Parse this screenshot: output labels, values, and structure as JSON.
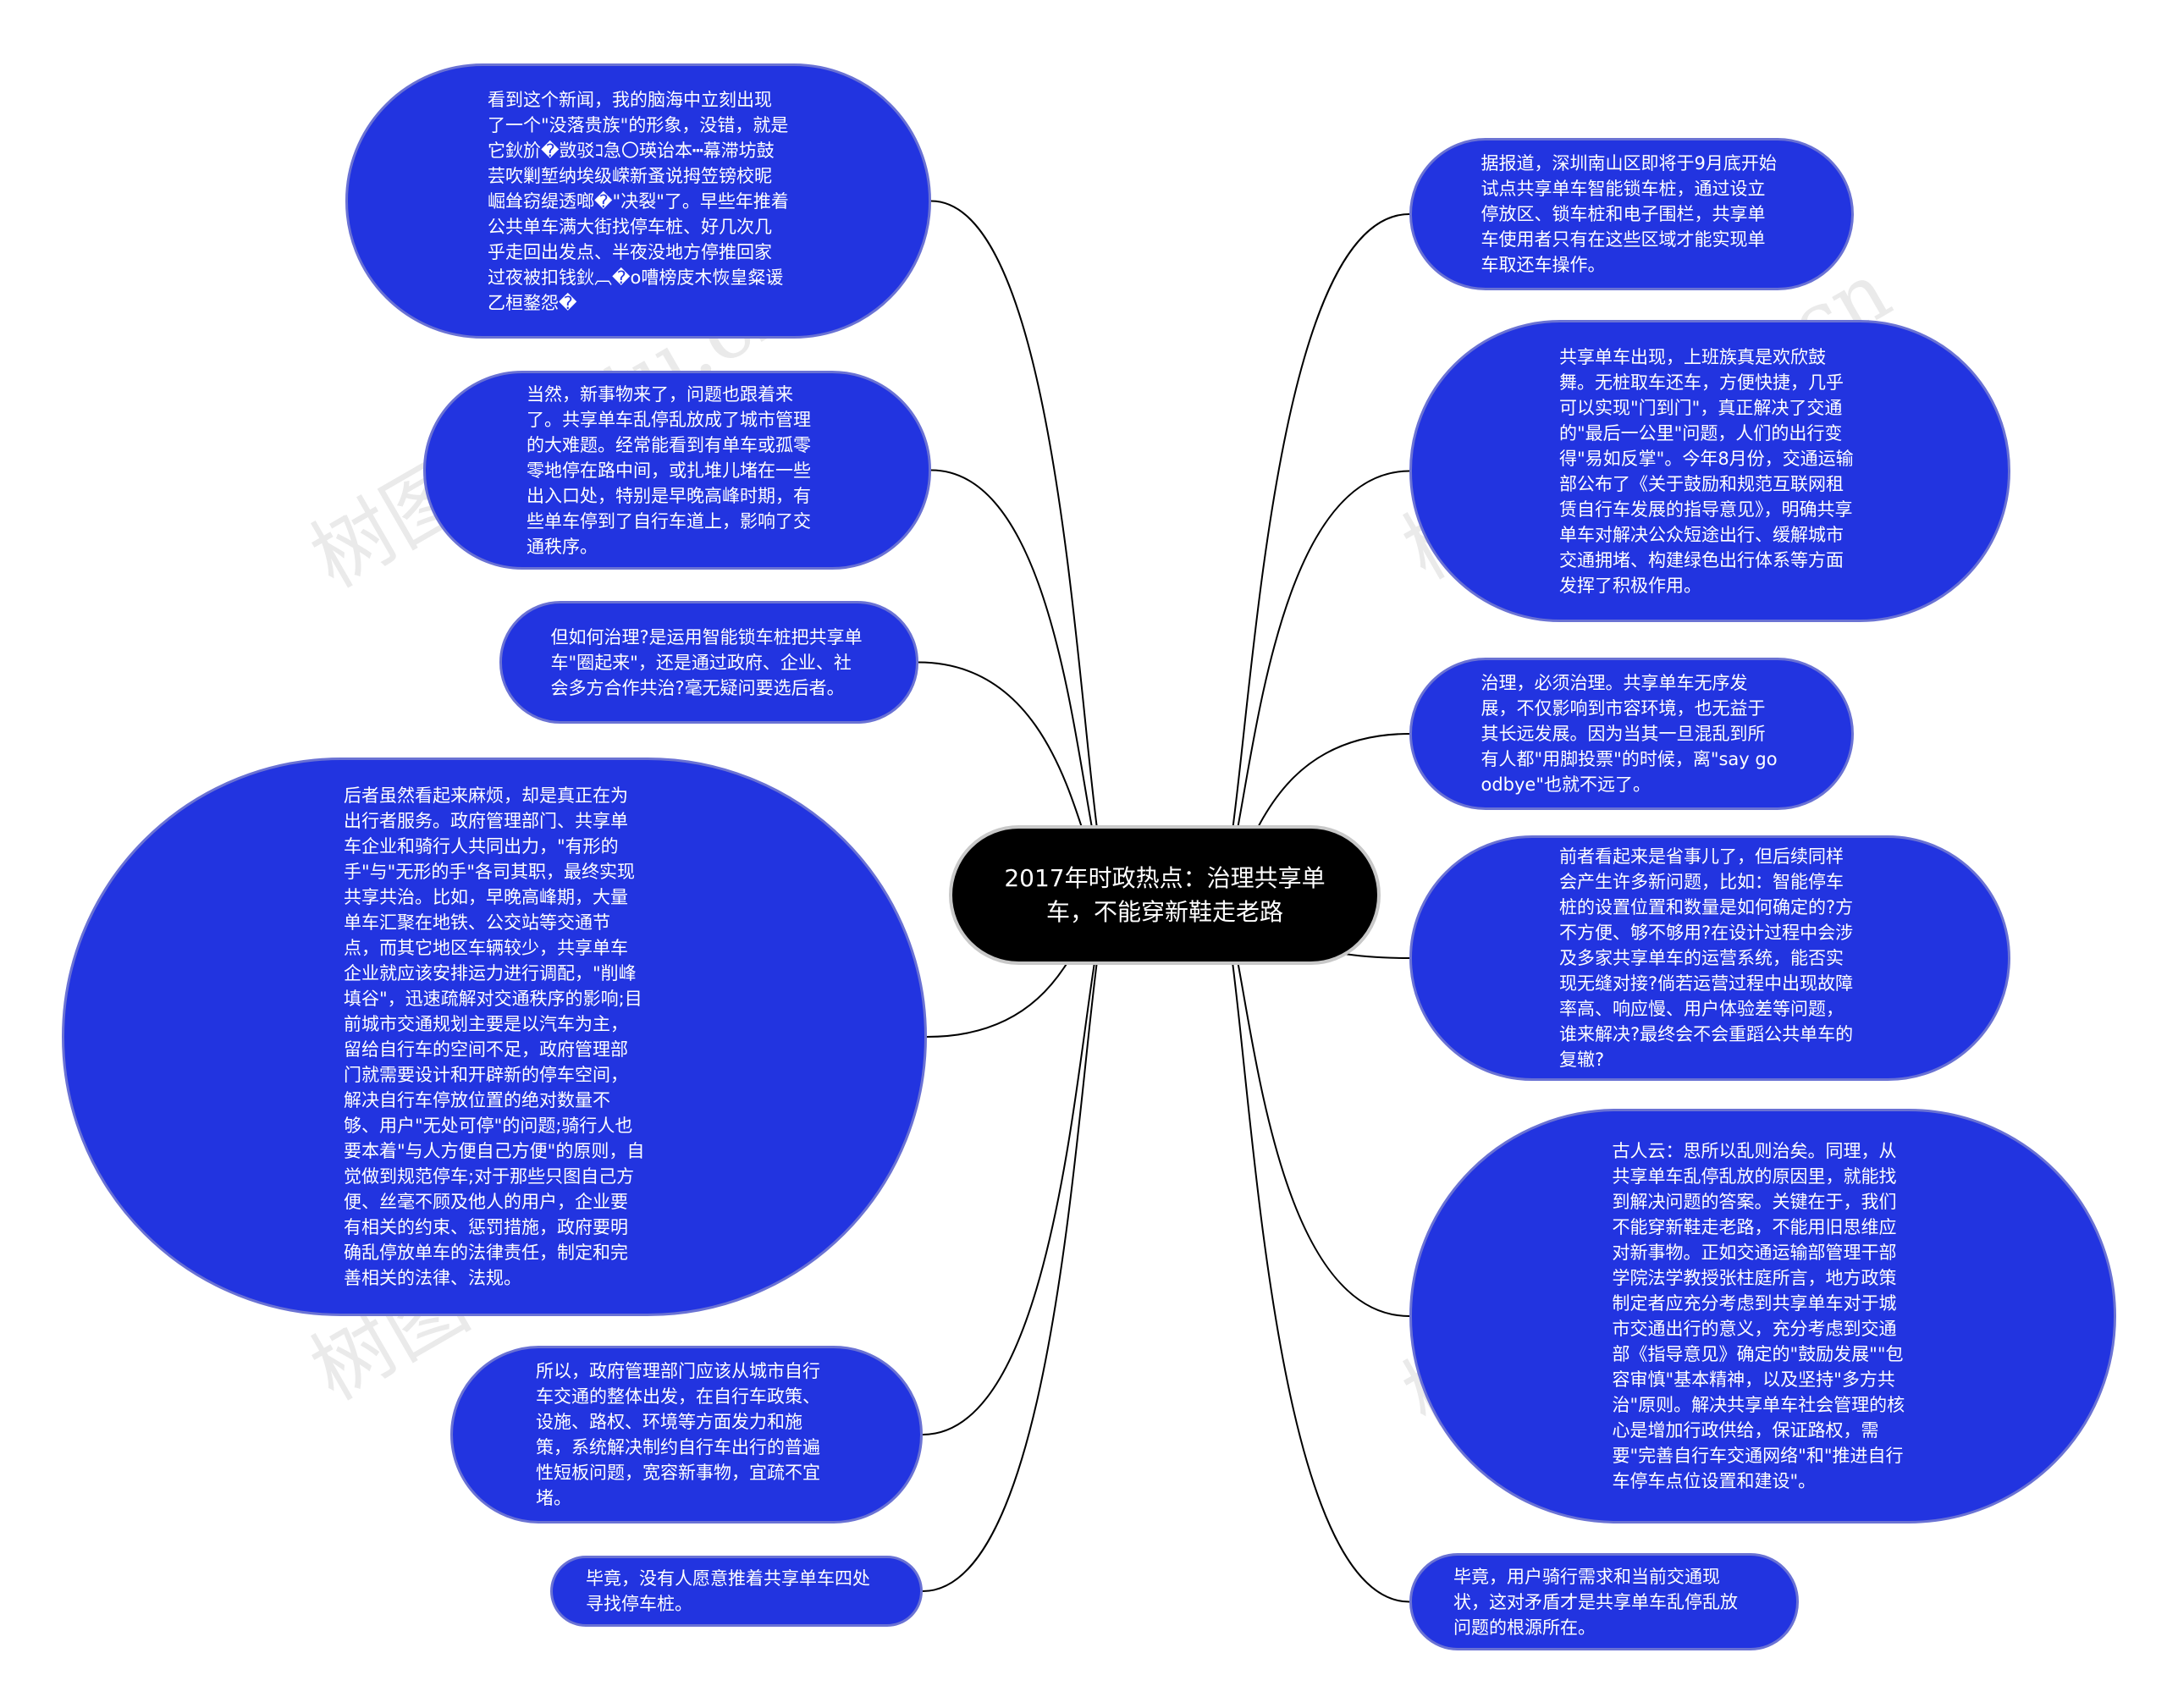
{
  "center": {
    "text": "2017年时政热点：治理共享单车，不能穿新鞋走老路"
  },
  "left_nodes": [
    {
      "id": "l1",
      "text": "看到这个新闻，我的脑海中立刻出现了一个\"没落贵族\"的形象，没错，就是它鈥斺�敳驳ｺ急〇瑛诒本┅幕滞坊鼓芸吹剿堑纳埃级嵘新蚤说拇笠镑校昵崛耸窃缇透啷�\"决裂\"了。早些年推着公共单车满大街找停车桩、好几次几乎走回出发点、半夜没地方停推回家过夜被扣钱鈥︹�o嘈榜庋木恢皇粲谖乙桓鍪怨�"
    },
    {
      "id": "l2",
      "text": "当然，新事物来了，问题也跟着来了。共享单车乱停乱放成了城市管理的大难题。经常能看到有单车或孤零零地停在路中间，或扎堆儿堵在一些出入口处，特别是早晚高峰时期，有些单车停到了自行车道上，影响了交通秩序。"
    },
    {
      "id": "l3",
      "text": "但如何治理?是运用智能锁车桩把共享单车\"圈起来\"，还是通过政府、企业、社会多方合作共治?毫无疑问要选后者。"
    },
    {
      "id": "l4",
      "text": "后者虽然看起来麻烦，却是真正在为出行者服务。政府管理部门、共享单车企业和骑行人共同出力，\"有形的手\"与\"无形的手\"各司其职，最终实现共享共治。比如，早晚高峰期，大量单车汇聚在地铁、公交站等交通节点，而其它地区车辆较少，共享单车企业就应该安排运力进行调配，\"削峰填谷\"，迅速疏解对交通秩序的影响;目前城市交通规划主要是以汽车为主，留给自行车的空间不足，政府管理部门就需要设计和开辟新的停车空间，解决自行车停放位置的绝对数量不够、用户\"无处可停\"的问题;骑行人也要本着\"与人方便自己方便\"的原则，自觉做到规范停车;对于那些只图自己方便、丝毫不顾及他人的用户，企业要有相关的约束、惩罚措施，政府要明确乱停放单车的法律责任，制定和完善相关的法律、法规。"
    },
    {
      "id": "l5",
      "text": "所以，政府管理部门应该从城市自行车交通的整体出发，在自行车政策、设施、路权、环境等方面发力和施策，系统解决制约自行车出行的普遍性短板问题，宽容新事物，宜疏不宜堵。"
    },
    {
      "id": "l6",
      "text": "毕竟，没有人愿意推着共享单车四处寻找停车桩。"
    }
  ],
  "right_nodes": [
    {
      "id": "r1",
      "text": "据报道，深圳南山区即将于9月底开始试点共享单车智能锁车桩，通过设立停放区、锁车桩和电子围栏，共享单车使用者只有在这些区域才能实现单车取还车操作。"
    },
    {
      "id": "r2",
      "text": "共享单车出现，上班族真是欢欣鼓舞。无桩取车还车，方便快捷，几乎可以实现\"门到门\"，真正解决了交通的\"最后一公里\"问题，人们的出行变得\"易如反掌\"。今年8月份，交通运输部公布了《关于鼓励和规范互联网租赁自行车发展的指导意见》，明确共享单车对解决公众短途出行、缓解城市交通拥堵、构建绿色出行体系等方面发挥了积极作用。"
    },
    {
      "id": "r3",
      "text": "治理，必须治理。共享单车无序发展，不仅影响到市容环境，也无益于其长远发展。因为当其一旦混乱到所有人都\"用脚投票\"的时候，离\"say goodbye\"也就不远了。"
    },
    {
      "id": "r4",
      "text": "前者看起来是省事儿了，但后续同样会产生许多新问题，比如：智能停车桩的设置位置和数量是如何确定的?方不方便、够不够用?在设计过程中会涉及多家共享单车的运营系统，能否实现无缝对接?倘若运营过程中出现故障率高、响应慢、用户体验差等问题，谁来解决?最终会不会重蹈公共单车的复辙?"
    },
    {
      "id": "r5",
      "text": "古人云：思所以乱则治矣。同理，从共享单车乱停乱放的原因里，就能找到解决问题的答案。关键在于，我们不能穿新鞋走老路，不能用旧思维应对新事物。正如交通运输部管理干部学院法学教授张柱庭所言，地方政策制定者应充分考虑到共享单车对于城市交通出行的意义，充分考虑到交通部《指导意见》确定的\"鼓励发展\"\"包容审慎\"基本精神，以及坚持\"多方共治\"原则。解决共享单车社会管理的核心是增加行政供给，保证路权，需要\"完善自行车交通网络\"和\"推进自行车停车点位设置和建设\"。"
    },
    {
      "id": "r6",
      "text": "毕竟，用户骑行需求和当前交通现状，这对矛盾才是共享单车乱停乱放问题的根源所在。"
    }
  ],
  "watermark": "树图 shutu.cn",
  "colors": {
    "node_fill": "#2234e0",
    "node_text": "#ffffff",
    "center_fill": "#000000",
    "edge": "#000000"
  }
}
